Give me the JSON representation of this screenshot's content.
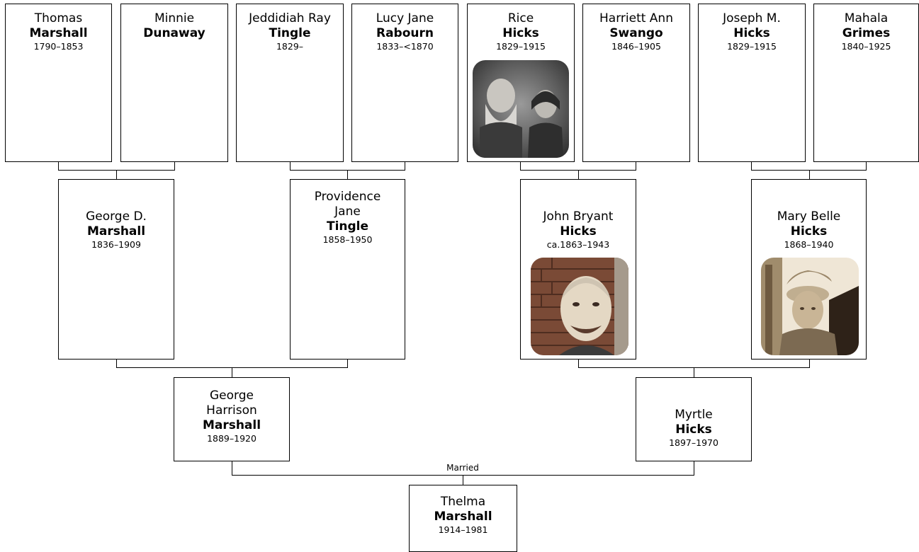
{
  "people": {
    "thomas": {
      "given": "Thomas",
      "surname": "Marshall",
      "dates": "1790–1853"
    },
    "minnie": {
      "given": "Minnie",
      "surname": "Dunaway",
      "dates": ""
    },
    "jeddidiah": {
      "given": "Jeddidiah Ray",
      "surname": "Tingle",
      "dates": "1829–"
    },
    "lucy": {
      "given": "Lucy Jane",
      "surname": "Rabourn",
      "dates": "1833–<1870"
    },
    "rice": {
      "given": "Rice",
      "surname": "Hicks",
      "dates": "1829–1915"
    },
    "harriett": {
      "given": "Harriett Ann",
      "surname": "Swango",
      "dates": "1846–1905"
    },
    "joseph": {
      "given": "Joseph M.",
      "surname": "Hicks",
      "dates": "1829–1915"
    },
    "mahala": {
      "given": "Mahala",
      "surname": "Grimes",
      "dates": "1840–1925"
    },
    "george_d": {
      "given": "George D.",
      "surname": "Marshall",
      "dates": "1836–1909"
    },
    "providence": {
      "given": "Providence Jane",
      "surname": "Tingle",
      "dates": "1858–1950"
    },
    "john_bryant": {
      "given": "John Bryant",
      "surname": "Hicks",
      "dates": "ca.1863–1943"
    },
    "mary_belle": {
      "given": "Mary Belle",
      "surname": "Hicks",
      "dates": "1868–1940"
    },
    "george_harrison": {
      "given": "George Harrison",
      "surname": "Marshall",
      "dates": "1889–1920"
    },
    "myrtle": {
      "given": "Myrtle",
      "surname": "Hicks",
      "dates": "1897–1970"
    },
    "thelma": {
      "given": "Thelma",
      "surname": "Marshall",
      "dates": "1914–1981"
    }
  },
  "married_label": "Married"
}
